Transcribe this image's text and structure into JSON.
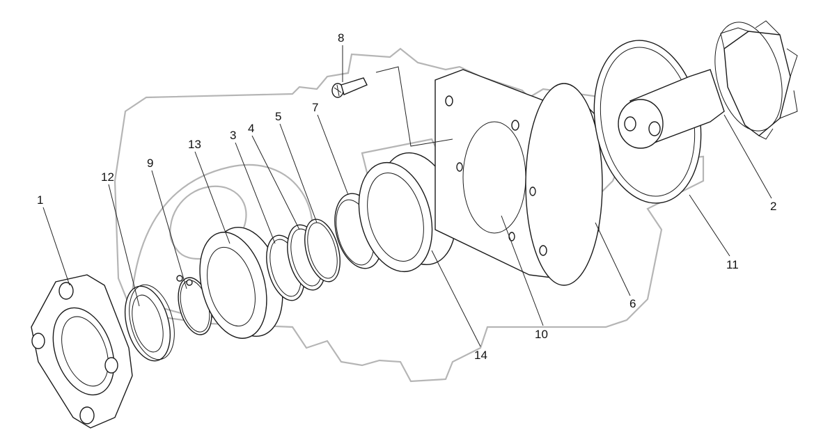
{
  "diagram": {
    "callouts": {
      "p1": "1",
      "p2": "2",
      "p3": "3",
      "p4": "4",
      "p5": "5",
      "p6": "6",
      "p7": "7",
      "p8": "8",
      "p9": "9",
      "p10": "10",
      "p11": "11",
      "p12": "12",
      "p13": "13",
      "p14": "14"
    },
    "colors": {
      "line": "#1a1a1a",
      "watermark": "#b5b5b5",
      "background": "#ffffff"
    }
  }
}
